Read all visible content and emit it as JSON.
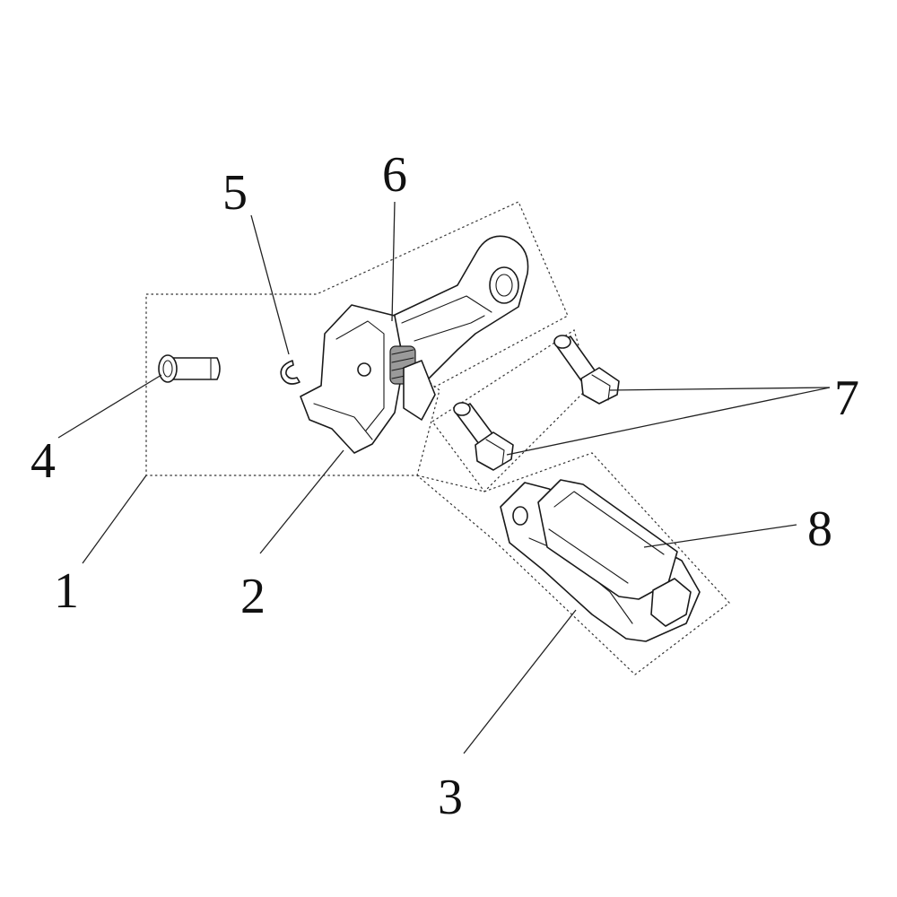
{
  "diagram": {
    "background": "#ffffff",
    "line_color": "#1a1a1a",
    "callouts": [
      {
        "id": "c1",
        "label": "1"
      },
      {
        "id": "c2",
        "label": "2"
      },
      {
        "id": "c3",
        "label": "3"
      },
      {
        "id": "c4",
        "label": "4"
      },
      {
        "id": "c5",
        "label": "5"
      },
      {
        "id": "c6",
        "label": "6"
      },
      {
        "id": "c7",
        "label": "7"
      },
      {
        "id": "c8",
        "label": "8"
      }
    ]
  }
}
